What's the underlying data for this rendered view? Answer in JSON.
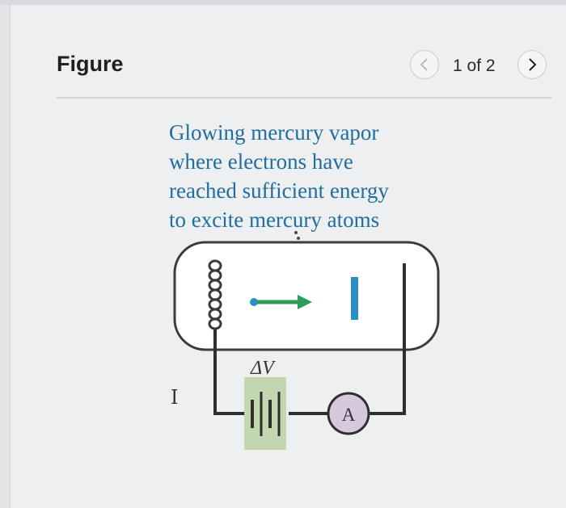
{
  "figure": {
    "title": "Figure",
    "counter": "1 of 2",
    "prev_icon": "chevron-left-icon",
    "next_icon": "chevron-right-icon"
  },
  "diagram": {
    "caption_lines": [
      "Glowing mercury vapor",
      "where electrons have",
      "reached sufficient energy",
      "to excite mercury atoms"
    ],
    "voltage_label": "ΔV",
    "ammeter_label": "A",
    "colors": {
      "caption": "#1f6e9c",
      "electron_arrow": "#2e9c5a",
      "collector_plate": "#2a8fc4",
      "battery_highlight": "#bcd3a8",
      "ammeter_fill": "#d7c8de"
    }
  }
}
